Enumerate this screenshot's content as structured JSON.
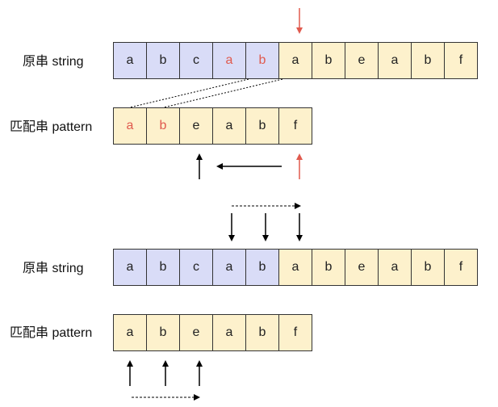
{
  "colors": {
    "matched_fill": "#d9dcf7",
    "unmatched_fill": "#fdf1cc",
    "highlight_text": "#e05a4e",
    "normal_text": "#222222",
    "arrow_red": "#e05a4e",
    "arrow_black": "#000000"
  },
  "labels": {
    "string": "原串 string",
    "pattern": "匹配串 pattern"
  },
  "top": {
    "string": [
      {
        "ch": "a",
        "state": "matched",
        "highlight": false
      },
      {
        "ch": "b",
        "state": "matched",
        "highlight": false
      },
      {
        "ch": "c",
        "state": "matched",
        "highlight": false
      },
      {
        "ch": "a",
        "state": "matched",
        "highlight": true
      },
      {
        "ch": "b",
        "state": "matched",
        "highlight": true
      },
      {
        "ch": "a",
        "state": "unmatched",
        "highlight": false
      },
      {
        "ch": "b",
        "state": "unmatched",
        "highlight": false
      },
      {
        "ch": "e",
        "state": "unmatched",
        "highlight": false
      },
      {
        "ch": "a",
        "state": "unmatched",
        "highlight": false
      },
      {
        "ch": "b",
        "state": "unmatched",
        "highlight": false
      },
      {
        "ch": "f",
        "state": "unmatched",
        "highlight": false
      }
    ],
    "pattern": [
      {
        "ch": "a",
        "state": "unmatched",
        "highlight": true
      },
      {
        "ch": "b",
        "state": "unmatched",
        "highlight": true
      },
      {
        "ch": "e",
        "state": "unmatched",
        "highlight": false
      },
      {
        "ch": "a",
        "state": "unmatched",
        "highlight": false
      },
      {
        "ch": "b",
        "state": "unmatched",
        "highlight": false
      },
      {
        "ch": "f",
        "state": "unmatched",
        "highlight": false
      }
    ]
  },
  "bottom": {
    "string": [
      {
        "ch": "a",
        "state": "matched",
        "highlight": false
      },
      {
        "ch": "b",
        "state": "matched",
        "highlight": false
      },
      {
        "ch": "c",
        "state": "matched",
        "highlight": false
      },
      {
        "ch": "a",
        "state": "matched",
        "highlight": false
      },
      {
        "ch": "b",
        "state": "matched",
        "highlight": false
      },
      {
        "ch": "a",
        "state": "unmatched",
        "highlight": false
      },
      {
        "ch": "b",
        "state": "unmatched",
        "highlight": false
      },
      {
        "ch": "e",
        "state": "unmatched",
        "highlight": false
      },
      {
        "ch": "a",
        "state": "unmatched",
        "highlight": false
      },
      {
        "ch": "b",
        "state": "unmatched",
        "highlight": false
      },
      {
        "ch": "f",
        "state": "unmatched",
        "highlight": false
      }
    ],
    "pattern": [
      {
        "ch": "a",
        "state": "unmatched",
        "highlight": false
      },
      {
        "ch": "b",
        "state": "unmatched",
        "highlight": false
      },
      {
        "ch": "e",
        "state": "unmatched",
        "highlight": false
      },
      {
        "ch": "a",
        "state": "unmatched",
        "highlight": false
      },
      {
        "ch": "b",
        "state": "unmatched",
        "highlight": false
      },
      {
        "ch": "f",
        "state": "unmatched",
        "highlight": false
      }
    ]
  }
}
